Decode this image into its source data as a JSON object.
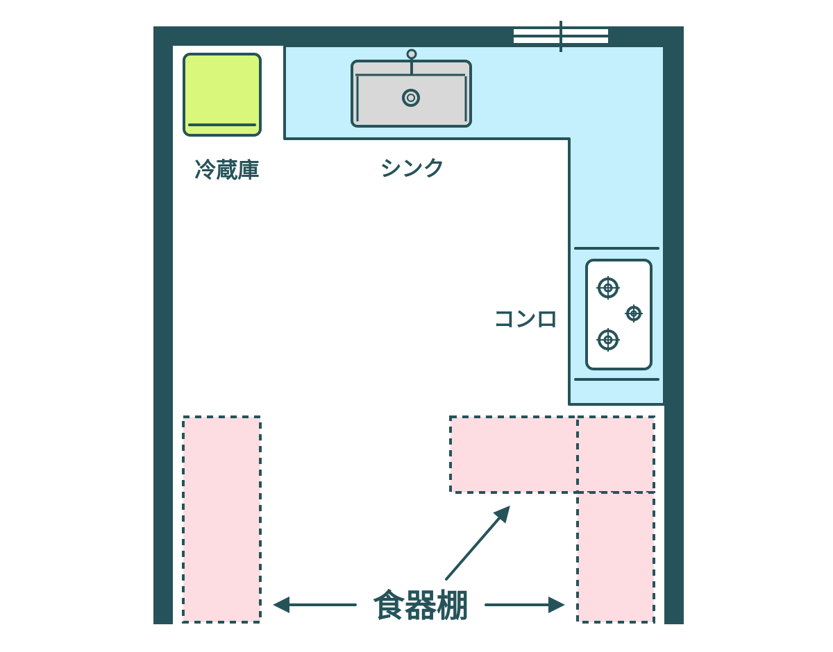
{
  "labels": {
    "refrigerator": "冷蔵庫",
    "sink": "シンク",
    "stove": "コンロ",
    "cupboard": "食器棚"
  },
  "colors": {
    "wall": "#26535a",
    "counter": "#c4effc",
    "sink": "#d8d8d8",
    "refrigerator": "#d9f77b",
    "cupboard": "#fddde1",
    "background": "#ffffff"
  },
  "icons": {
    "window": "window-icon",
    "faucet": "faucet-icon",
    "drain": "drain-icon",
    "burner": "burner-icon",
    "arrow": "arrow-icon"
  }
}
